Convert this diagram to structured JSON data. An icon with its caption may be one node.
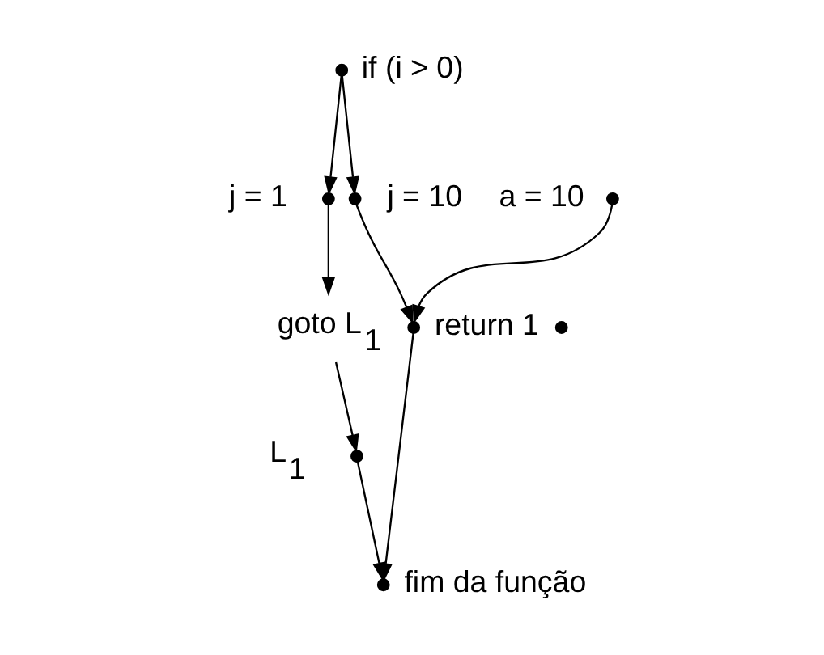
{
  "diagram": {
    "nodes": [
      {
        "text": [],
        "shape": "circle",
        "beside": [
          "if (i > 0)"
        ]
      },
      {
        "text": [],
        "shape": "circle",
        "beside": [
          "j = 1"
        ]
      },
      {
        "text": [],
        "shape": "circle",
        "beside": [
          "j = 10"
        ]
      },
      {
        "text": [
          "goto L$_{1}$"
        ]
      },
      {
        "text": [],
        "shape": "circle"
      },
      {
        "text": [],
        "shape": "circle",
        "beside": [
          "a = 10"
        ]
      },
      {
        "text": [],
        "shape": "circle",
        "beside": [
          "return 1"
        ]
      },
      {
        "text": [],
        "shape": "circle",
        "beside": [
          "L$_{1}$"
        ]
      },
      {
        "text": [],
        "shape": "circle",
        "beside": [
          "fim da função"
        ]
      }
    ],
    "edges": [
      {
        "from": 0,
        "to": 1,
        "arrow": "to"
      },
      {
        "from": 0,
        "to": 2,
        "arrow": "to"
      },
      {
        "from": 1,
        "to": 3,
        "arrow": "to"
      },
      {
        "from": 3,
        "to": 7,
        "arrow": "to"
      },
      {
        "from": 2,
        "to": 6,
        "arrow": "to"
      },
      {
        "from": 5,
        "to": 6,
        "arrow": "to"
      },
      {
        "from": 7,
        "to": 8,
        "arrow": "to"
      },
      {
        "from": 6,
        "to": 8,
        "arrow": "to"
      }
    ]
  }
}
